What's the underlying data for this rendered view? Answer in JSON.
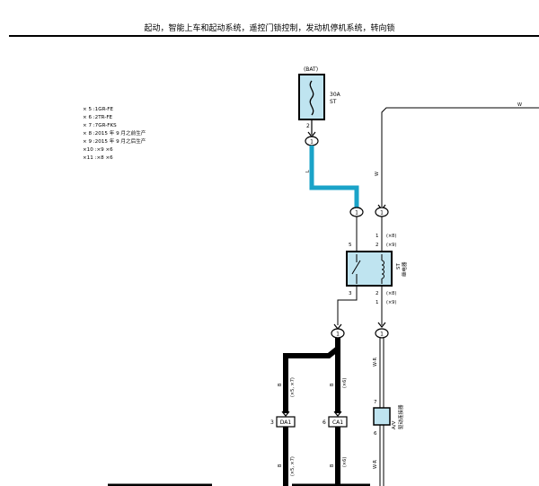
{
  "header": {
    "title": "起动，智能上车和起动系统，遥控门锁控制，发动机停机系统，转向锁"
  },
  "notes": [
    "× 5 :1GR-FE",
    "× 6 :2TR-FE",
    "× 7 :7GR-FKS",
    "× 8 :2015 年 9 月之前生产",
    "× 9 :2015 年 9 月之后生产",
    "×10 :×9 ×6",
    "×11 :×8 ×6"
  ],
  "fuse": {
    "source": "(BAT)",
    "rating": "30A",
    "name": "ST",
    "pin": "2"
  },
  "relay": {
    "name": "ST",
    "desc": "继电器",
    "pin_top_left": "5",
    "pin_top_right": "2",
    "pin_bottom_left": "3",
    "pin_bottom_right": "2",
    "pin_top_right_alt": "1",
    "pin_bottom_right_alt": "1",
    "mark_x8": "(×8)",
    "mark_x9": "(×9)"
  },
  "junctions": {
    "j1": "1",
    "j2": "1",
    "j3": "1",
    "j4": "1",
    "j5": "1"
  },
  "wires": {
    "wire_L": "L",
    "wire_W": "W",
    "wire_W_top": "W",
    "wire_WR_upper": "W-R",
    "wire_WR_lower": "W-R",
    "wire_B_left_upper": "B",
    "wire_B_left_lower": "B",
    "wire_B_right_upper": "B",
    "wire_B_right_lower": "B",
    "mark_left_upper": "(×5, ×7)",
    "mark_left_lower": "(×5, ×7)",
    "mark_right_upper": "(×6)",
    "mark_right_lower": "(×6)"
  },
  "connectors": {
    "da1": {
      "pin": "3",
      "name": "DA1"
    },
    "ca1": {
      "pin": "6",
      "name": "CA1"
    }
  },
  "resistor": {
    "pin_top": "7",
    "pin_bottom": "6",
    "name": "A/V",
    "desc": "驱动连接器"
  },
  "colors": {
    "wire_blue": "#1aa3c8",
    "component_fill": "#bfe4f0",
    "ink": "#000000"
  }
}
